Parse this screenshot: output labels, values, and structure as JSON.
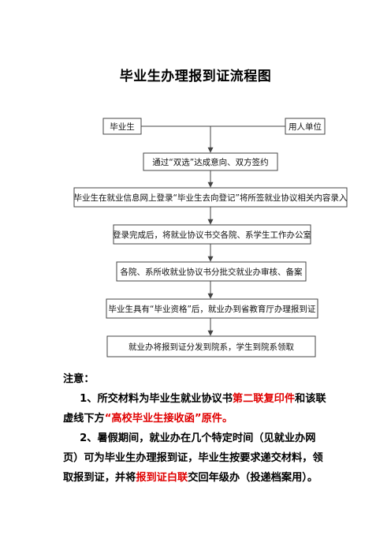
{
  "title": "毕业生办理报到证流程图",
  "flow": {
    "graduate": "毕业生",
    "employer": "用人单位",
    "steps": [
      "通过“双选”达成意向、双方签约",
      "毕业生在就业信息网上登录“毕业生去向登记”将所签就业协议相关内容录入",
      "登录完成后，将就业协议书交各院、系学生工作办公室",
      "各院、系所收就业协议书分批交就业办审核、备案",
      "毕业生具有“毕业资格”后，就业办到省教育厅办理报到证",
      "就业办将报到证分发到院系，学生到院系领取"
    ]
  },
  "notes": {
    "heading": "注意：",
    "note1": {
      "a": "1、所交材料为毕业生就业协议书",
      "b": "第二联复印件",
      "c": "和该联虚线下方",
      "d": "“高校毕业生接收函”原件。"
    },
    "note2": {
      "a": "2、暑假期间，就业办在几个特定时间（见就业办网页）可为毕业生办理报到证，毕业生按要求递交材料，领取报到证，并将",
      "b": "报到证白联",
      "c": "交回年级办（投递档案用）。"
    }
  },
  "colors": {
    "highlight": "#e00000",
    "line": "#444444"
  }
}
